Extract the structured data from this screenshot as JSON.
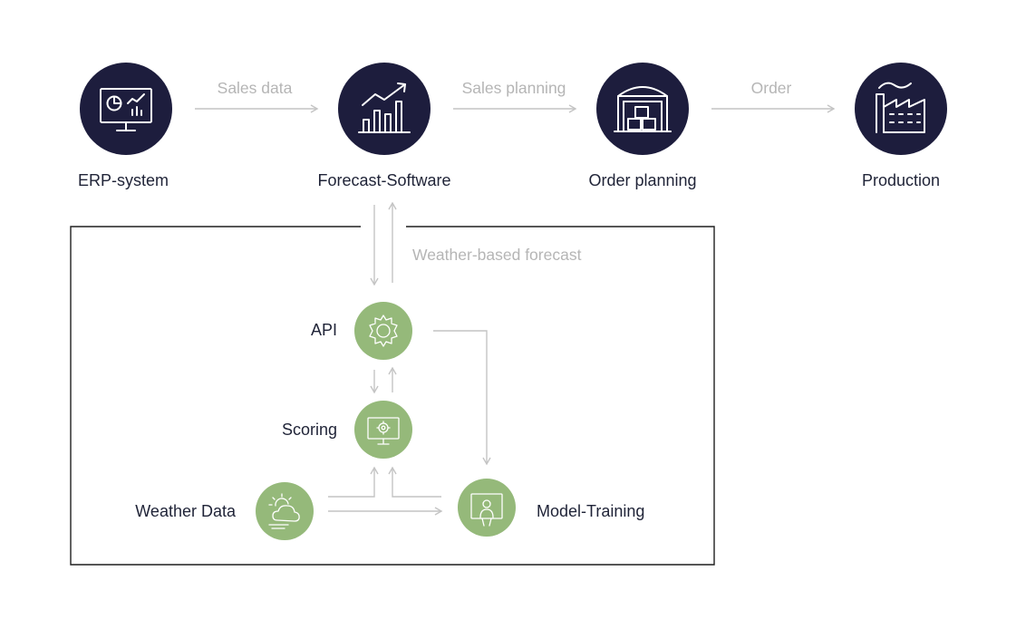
{
  "colors": {
    "dark_node": "#1d1d3d",
    "green_node": "#95b97a",
    "arrow": "#c4c4c4",
    "edge_label": "#b5b5b5",
    "text": "#1f2337",
    "frame": "#1f1f1f"
  },
  "top_flow": {
    "nodes": [
      {
        "id": "erp",
        "label": "ERP-system",
        "icon": "monitor-chart-icon"
      },
      {
        "id": "forecast",
        "label": "Forecast-Software",
        "icon": "growth-chart-icon"
      },
      {
        "id": "order",
        "label": "Order planning",
        "icon": "warehouse-icon"
      },
      {
        "id": "production",
        "label": "Production",
        "icon": "factory-icon"
      }
    ],
    "edges": [
      {
        "from": "erp",
        "to": "forecast",
        "label": "Sales data"
      },
      {
        "from": "forecast",
        "to": "order",
        "label": "Sales planning"
      },
      {
        "from": "order",
        "to": "production",
        "label": "Order"
      }
    ]
  },
  "subsystem": {
    "return_label": "Weather-based forecast",
    "nodes": [
      {
        "id": "api",
        "label": "API",
        "icon": "gear-icon"
      },
      {
        "id": "scoring",
        "label": "Scoring",
        "icon": "monitor-gear-icon"
      },
      {
        "id": "weather",
        "label": "Weather Data",
        "icon": "weather-cloud-icon"
      },
      {
        "id": "training",
        "label": "Model-Training",
        "icon": "presenter-board-icon"
      }
    ]
  }
}
